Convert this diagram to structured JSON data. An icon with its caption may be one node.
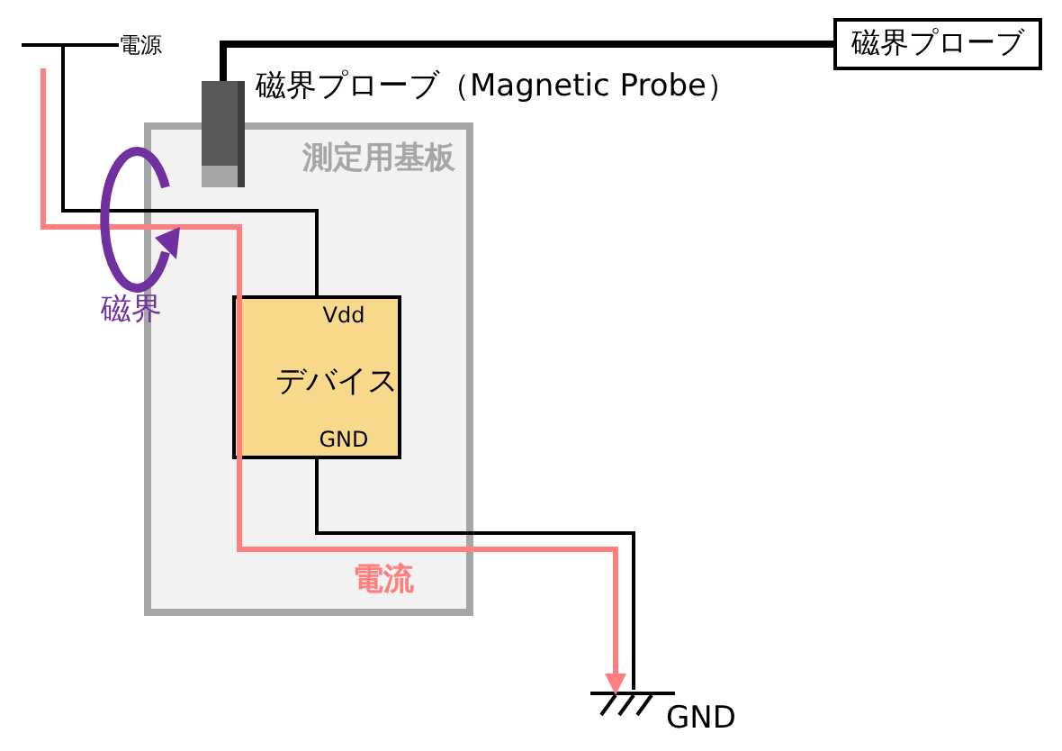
{
  "diagram": {
    "nodes": [
      {
        "text": [
          "測定用基板"
        ]
      },
      {
        "text": [
          "Vdd",
          "デバイス",
          "GND"
        ],
        "in": 0
      },
      {
        "text": [
          "磁界プローブ"
        ]
      },
      {
        "text": [],
        "shape": "box",
        "beside": [
          "磁界プローブ（Magnetic Probe）"
        ]
      },
      {
        "text": [
          "電源"
        ]
      },
      {
        "text": [
          "GND"
        ]
      }
    ],
    "edges": [
      {
        "from": 4,
        "to": 1,
        "arrow": "none"
      },
      {
        "from": 1,
        "to": 5,
        "arrow": "none"
      },
      {
        "from": 3,
        "to": 2,
        "arrow": "none",
        "style": "thick"
      },
      {
        "from": null,
        "to": 5,
        "arrow": "to",
        "label": "電流",
        "color": "#ff7f7f"
      }
    ],
    "labels": [
      "磁界"
    ]
  }
}
